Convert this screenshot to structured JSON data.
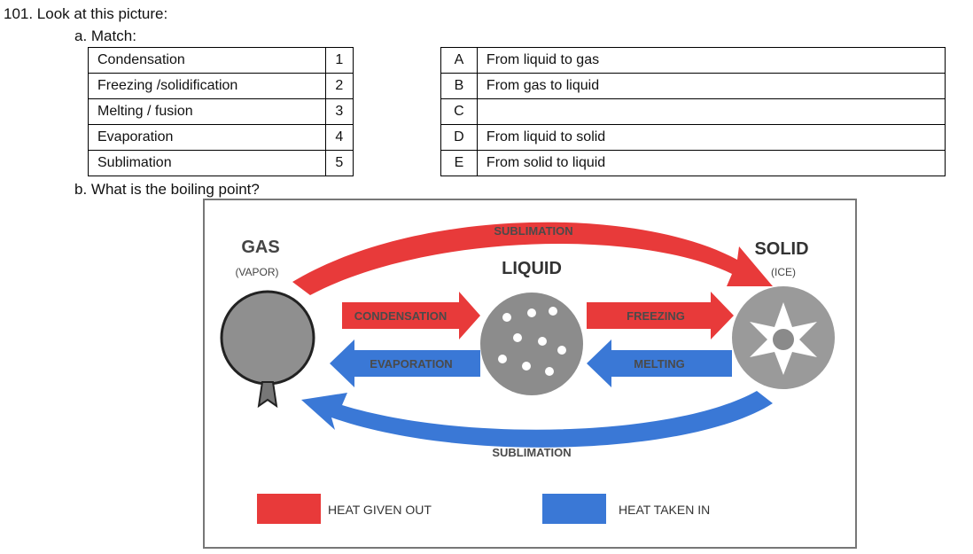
{
  "question": {
    "title": "101. Look at this picture:",
    "part_a": "a. Match:",
    "part_b": "b. What is the boiling point?"
  },
  "left_table": [
    {
      "term": "Condensation",
      "num": "1"
    },
    {
      "term": "Freezing /solidification",
      "num": "2"
    },
    {
      "term": "Melting / fusion",
      "num": "3"
    },
    {
      "term": "Evaporation",
      "num": "4"
    },
    {
      "term": "Sublimation",
      "num": "5"
    }
  ],
  "right_table": [
    {
      "letter": "A",
      "desc": "From liquid to gas"
    },
    {
      "letter": "B",
      "desc": "From gas to liquid"
    },
    {
      "letter": "C",
      "desc": ""
    },
    {
      "letter": "D",
      "desc": "From liquid to solid"
    },
    {
      "letter": "E",
      "desc": "From solid to liquid"
    }
  ],
  "diagram": {
    "gas_label": "GAS",
    "gas_sub": "(VAPOR)",
    "liquid_label": "LIQUID",
    "solid_label": "SOLID",
    "solid_sub": "(ICE)",
    "sublimation_top": "SUBLIMATION",
    "sublimation_bottom": "SUBLIMATION",
    "condensation": "CONDENSATION",
    "evaporation": "EVAPORATION",
    "freezing": "FREEZING",
    "melting": "MELTING",
    "legend_heat_out": "HEAT GIVEN OUT",
    "legend_heat_in": "HEAT TAKEN IN",
    "colors": {
      "red": "#e83a3a",
      "blue": "#3a78d6"
    }
  }
}
